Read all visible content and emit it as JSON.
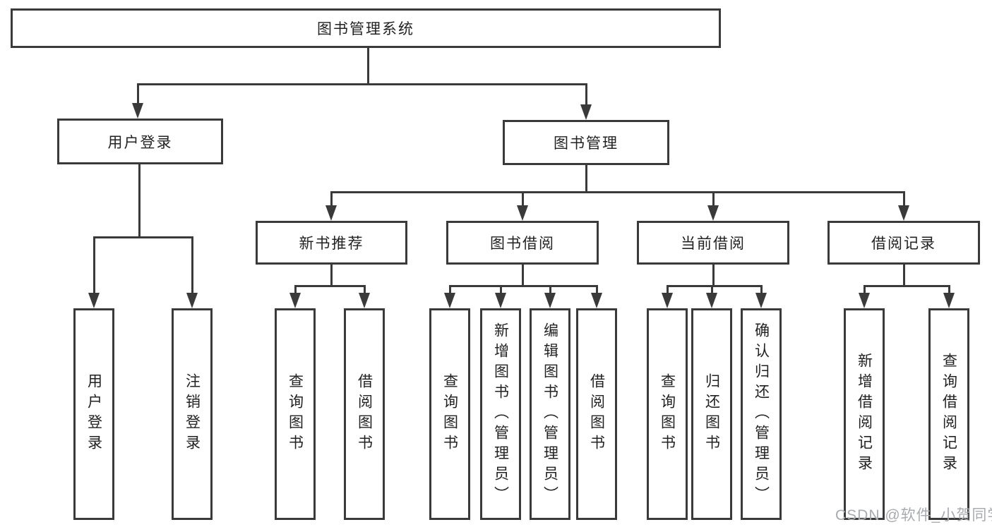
{
  "diagram": {
    "root": {
      "label": "图书管理系统"
    },
    "level2": [
      {
        "label": "用户登录"
      },
      {
        "label": "图书管理"
      }
    ],
    "level3": [
      {
        "label": "新书推荐"
      },
      {
        "label": "图书借阅"
      },
      {
        "label": "当前借阅"
      },
      {
        "label": "借阅记录"
      }
    ],
    "leaves": [
      {
        "label": "用户登录"
      },
      {
        "label": "注销登录"
      },
      {
        "label": "查询图书"
      },
      {
        "label": "借阅图书"
      },
      {
        "label": "查询图书"
      },
      {
        "label": "新增图书（管理员）"
      },
      {
        "label": "编辑图书（管理员）"
      },
      {
        "label": "借阅图书"
      },
      {
        "label": "查询图书"
      },
      {
        "label": "归还图书"
      },
      {
        "label": "确认归还（管理员）"
      },
      {
        "label": "新增借阅记录"
      },
      {
        "label": "查询借阅记录"
      }
    ],
    "colors": {
      "line": "#3a3a3a",
      "box_border": "#333333",
      "text": "#222222",
      "watermark": "#a8abb0"
    }
  },
  "watermark": {
    "text": "CSDN @软件_小贺同学"
  }
}
